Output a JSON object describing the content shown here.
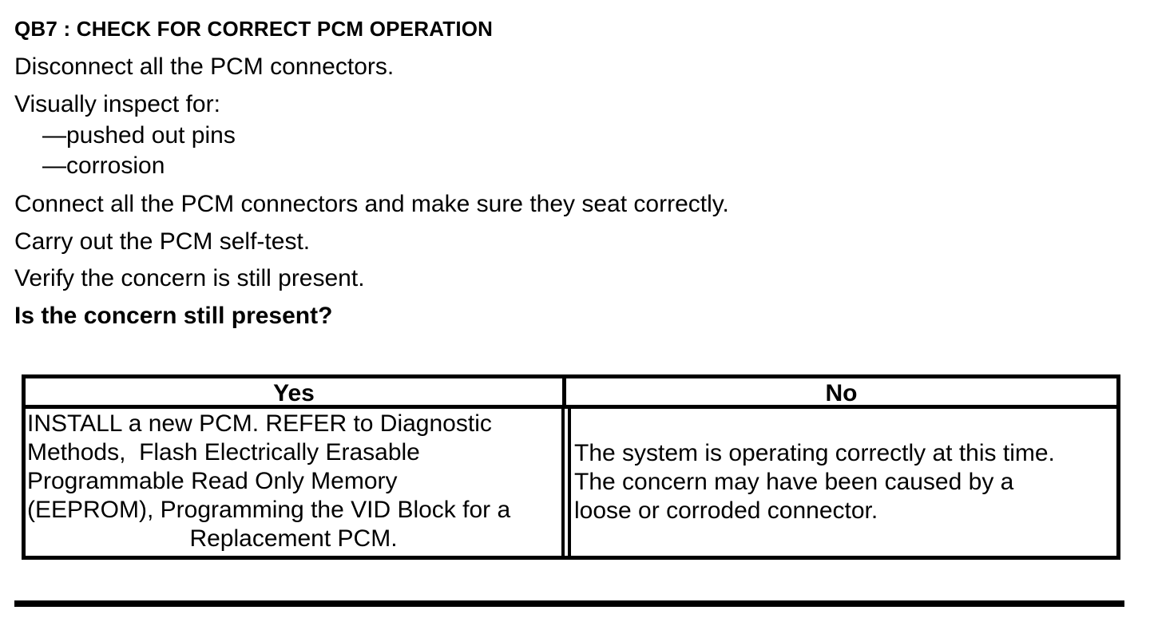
{
  "document": {
    "heading": "QB7 : CHECK FOR CORRECT PCM OPERATION",
    "steps": {
      "disconnect": "Disconnect all the PCM connectors.",
      "inspect_intro": "Visually inspect for:",
      "inspect_items": [
        "—pushed out pins",
        "—corrosion"
      ],
      "connect": "Connect all the PCM connectors and make sure they seat correctly.",
      "self_test": "Carry out the PCM self-test.",
      "verify": "Verify the concern is still present."
    },
    "question": "Is the concern still present?",
    "results_table": {
      "headers": {
        "yes": "Yes",
        "no": "No"
      },
      "yes_action_lines": [
        "INSTALL a new PCM. REFER to Diagnostic",
        "Methods,  Flash Electrically Erasable",
        "Programmable Read Only Memory",
        "(EEPROM), Programming the VID Block for a",
        "Replacement PCM."
      ],
      "no_action_lines": [
        "The system is operating correctly at this time.",
        "The concern may have been caused by a",
        "loose or corroded connector."
      ]
    },
    "colors": {
      "ink": "#000000",
      "paper": "#ffffff"
    }
  }
}
